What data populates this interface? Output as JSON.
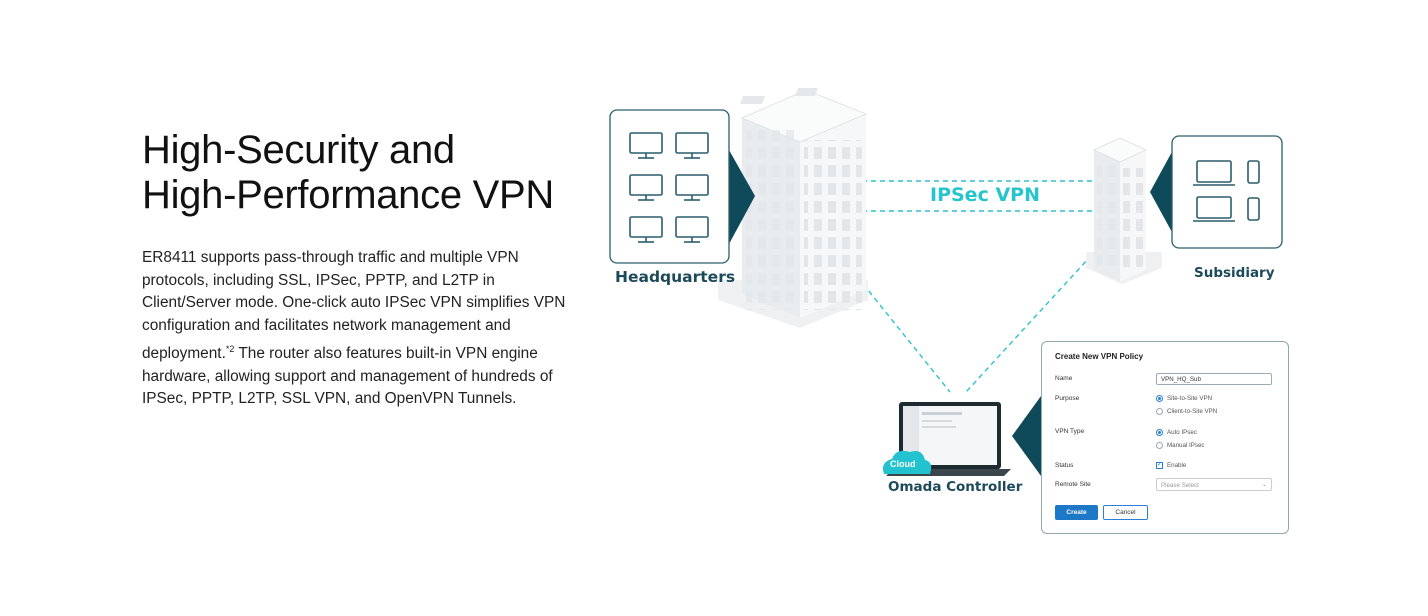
{
  "headline": {
    "line1": "High-Security and",
    "line2": "High-Performance VPN"
  },
  "description": {
    "text": "ER8411 supports pass-through traffic and multiple VPN protocols, including SSL, IPSec, PPTP, and L2TP in Client/Server mode. One-click auto IPSec VPN simplifies VPN configuration and facilitates network management and deployment.",
    "footnote": "*2",
    "text2": " The router also features built-in VPN engine hardware, allowing support and management of hundreds of IPSec, PPTP, L2TP, SSL VPN, and OpenVPN Tunnels."
  },
  "diagram": {
    "headquarters_label": "Headquarters",
    "subsidiary_label": "Subsidiary",
    "ipsec_label": "IPSec VPN",
    "controller_label": "Omada Controller",
    "cloud_label": "Cloud",
    "colors": {
      "accent": "#26c4cc",
      "dark": "#1d4a5a",
      "building": "#f1f3f4"
    }
  },
  "vpn_form": {
    "title": "Create New VPN Policy",
    "name_label": "Name",
    "name_value": "VPN_HQ_Sub",
    "purpose_label": "Purpose",
    "purpose_options": [
      "Site-to-Site VPN",
      "Client-to-Site VPN"
    ],
    "purpose_selected": "Site-to-Site VPN",
    "vpn_type_label": "VPN Type",
    "vpn_type_options": [
      "Auto IPsec",
      "Manual IPsec"
    ],
    "vpn_type_selected": "Auto IPsec",
    "status_label": "Status",
    "status_option": "Enable",
    "status_checked": true,
    "remote_site_label": "Remote Site",
    "remote_site_placeholder": "Please Select",
    "create_button": "Create",
    "cancel_button": "Cancel"
  }
}
